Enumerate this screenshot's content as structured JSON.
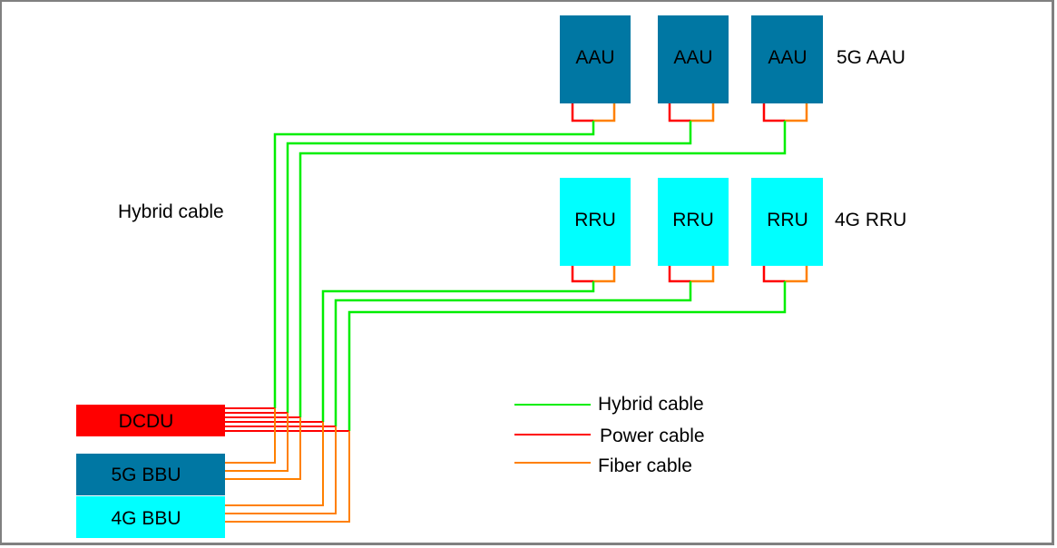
{
  "diagram": {
    "title": "5G/4G BBU to AAU/RRU hybrid cable connection",
    "colors": {
      "aau": "#0077a3",
      "rru": "#00ffff",
      "dcdu": "#ff0000",
      "bbu5g": "#0077a3",
      "bbu4g": "#00ffff",
      "hybrid": "#00ee00",
      "power": "#ff0000",
      "fiber": "#ff8000"
    },
    "aau_group": {
      "label": "5G AAU",
      "units": [
        {
          "label": "AAU"
        },
        {
          "label": "AAU"
        },
        {
          "label": "AAU"
        }
      ]
    },
    "rru_group": {
      "label": "4G RRU",
      "units": [
        {
          "label": "RRU"
        },
        {
          "label": "RRU"
        },
        {
          "label": "RRU"
        }
      ]
    },
    "hybrid_cable_label": "Hybrid cable",
    "equipment": {
      "dcdu": "DCDU",
      "bbu5g": "5G BBU",
      "bbu4g": "4G BBU"
    },
    "legend": [
      {
        "label": "Hybrid cable",
        "color_key": "hybrid"
      },
      {
        "label": "Power cable",
        "color_key": "power"
      },
      {
        "label": "Fiber cable",
        "color_key": "fiber"
      }
    ]
  }
}
